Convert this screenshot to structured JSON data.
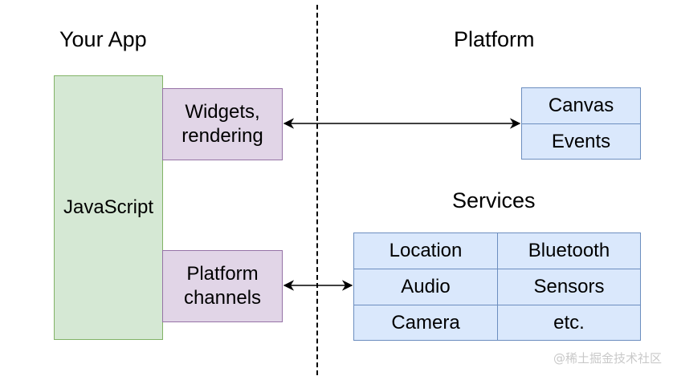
{
  "headings": {
    "your_app": "Your App",
    "platform": "Platform",
    "services": "Services"
  },
  "app": {
    "javascript": "JavaScript",
    "widgets_line1": "Widgets,",
    "widgets_line2": "rendering",
    "channels_line1": "Platform",
    "channels_line2": "channels"
  },
  "platform_items": [
    "Canvas",
    "Events"
  ],
  "services_grid": [
    [
      "Location",
      "Bluetooth"
    ],
    [
      "Audio",
      "Sensors"
    ],
    [
      "Camera",
      "etc."
    ]
  ],
  "watermark": "@稀土掘金技术社区",
  "colors": {
    "app_fill": "#d5e8d4",
    "app_border": "#82b366",
    "bridge_fill": "#e1d5e7",
    "bridge_border": "#9673a6",
    "platform_fill": "#dae8fc",
    "platform_border": "#6c8ebf"
  }
}
